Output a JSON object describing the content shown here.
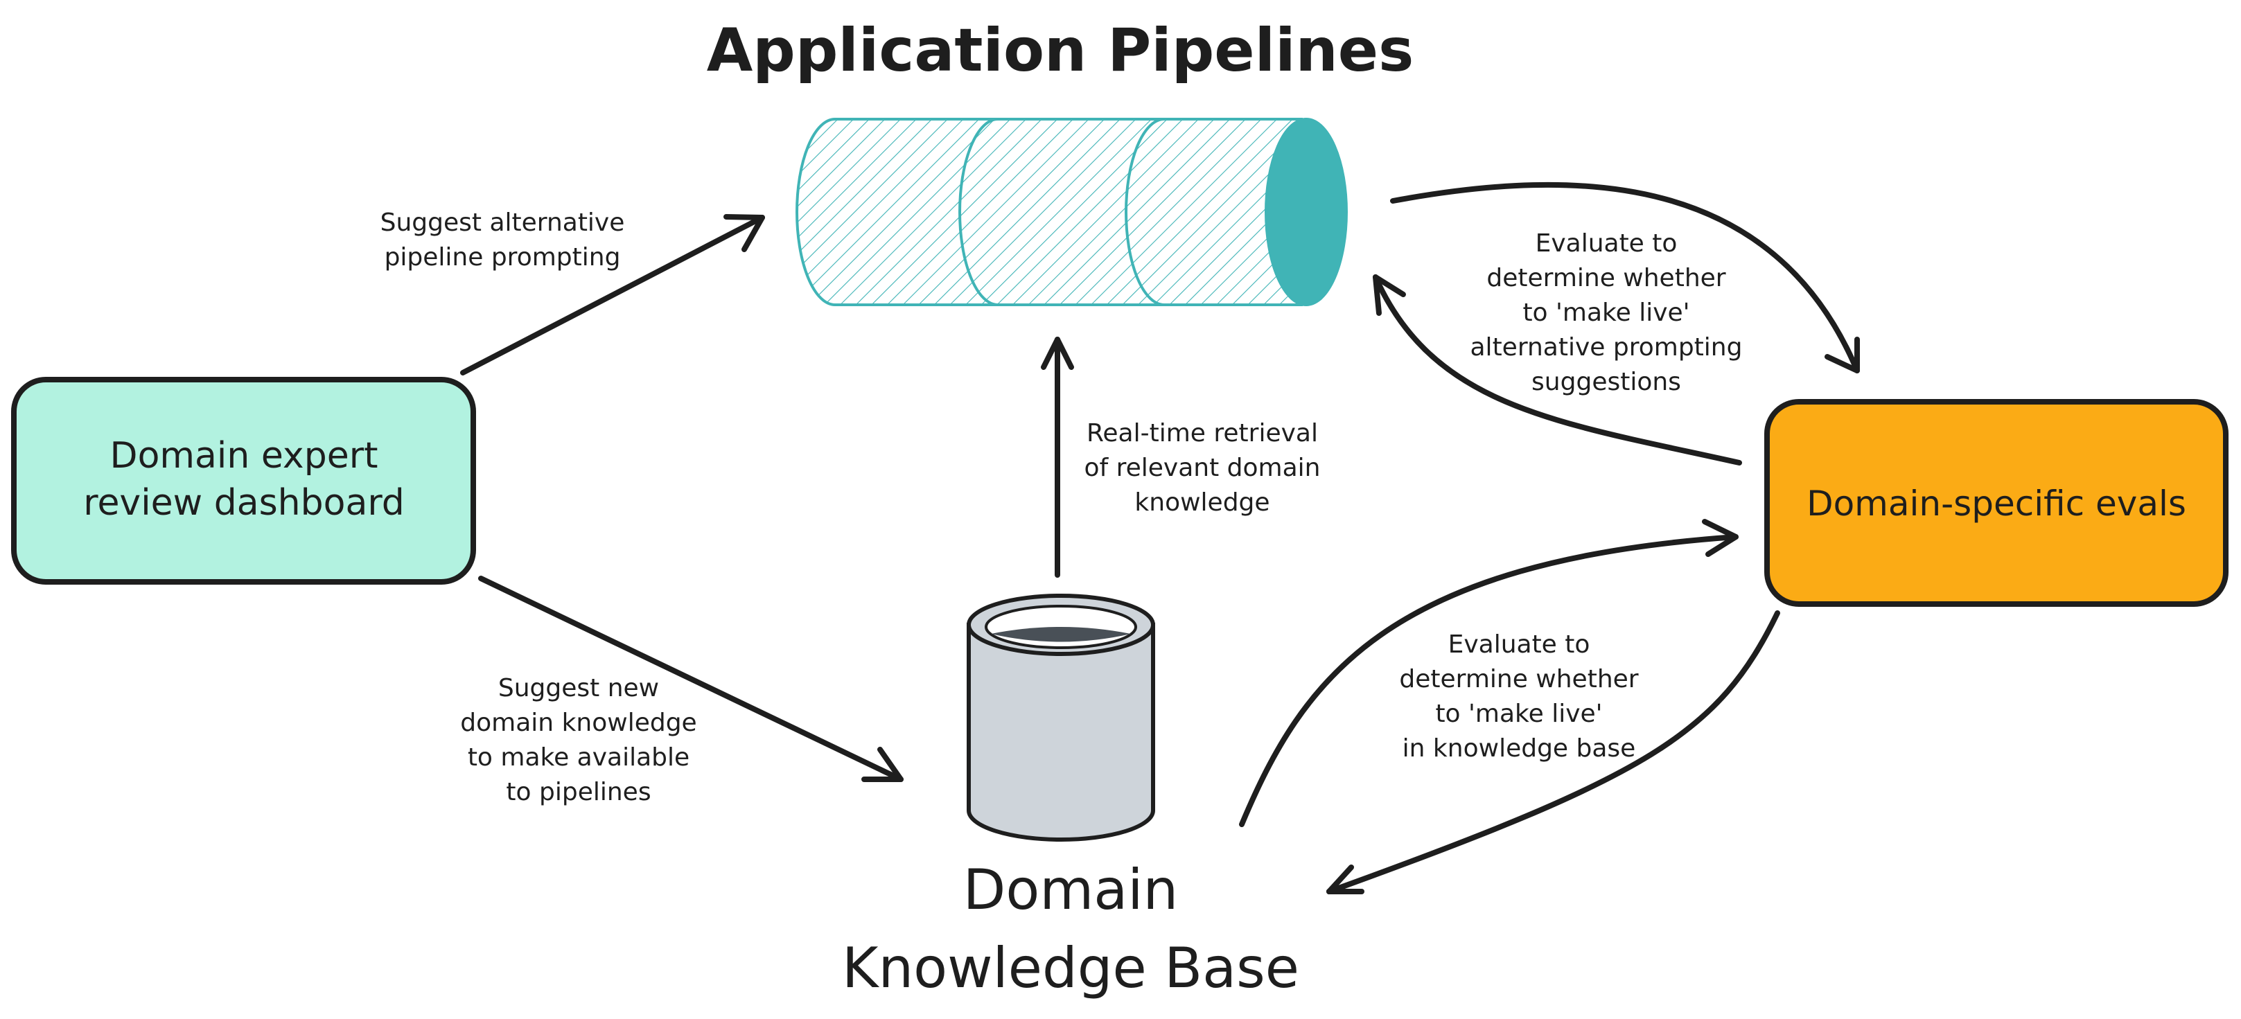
{
  "titles": {
    "pipelines": "Application Pipelines",
    "kb_line1": "Domain",
    "kb_line2": "Knowledge Base"
  },
  "nodes": {
    "dashboard": {
      "line1": "Domain expert",
      "line2": "review dashboard"
    },
    "evals": {
      "label": "Domain-specific evals"
    }
  },
  "edge_labels": {
    "suggest_prompting": [
      "Suggest alternative",
      "pipeline prompting"
    ],
    "suggest_knowledge": [
      "Suggest new",
      "domain knowledge",
      "to make available",
      "to pipelines"
    ],
    "retrieval": [
      "Real-time retrieval",
      "of relevant domain",
      "knowledge"
    ],
    "eval_prompting": [
      "Evaluate to",
      "determine whether",
      "to 'make live'",
      "alternative prompting",
      "suggestions"
    ],
    "eval_knowledge": [
      "Evaluate to",
      "determine whether",
      "to 'make live'",
      "in knowledge base"
    ]
  },
  "colors": {
    "dashboard_fill": "#b2f2e0",
    "evals_fill": "#fbab15",
    "pipeline_teal": "#40b4b6",
    "cylinder_fill": "#ced4da",
    "cylinder_inner": "#495057",
    "stroke": "#1e1e1e"
  }
}
